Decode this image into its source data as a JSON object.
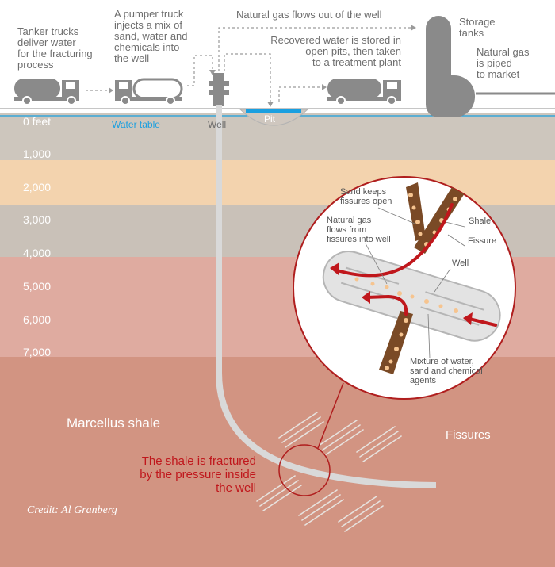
{
  "top_labels": {
    "tanker": "Tanker trucks\ndeliver water\nfor the fracturing\nprocess",
    "pumper": "A pumper truck\ninjects a mix of\nsand, water and\nchemicals into\nthe well",
    "gas_flows": "Natural gas flows out of the well",
    "recovered": "Recovered water is stored in\nopen pits, then taken\nto a treatment plant",
    "storage": "Storage\ntanks",
    "piped": "Natural gas\nis piped\nto market",
    "water_table": "Water table",
    "well": "Well",
    "pit": "Pit"
  },
  "depth_labels": [
    "0 feet",
    "1,000",
    "2,000",
    "3,000",
    "4,000",
    "5,000",
    "6,000",
    "7,000"
  ],
  "strata_colors": [
    "#cdc6bd",
    "#f3d3ae",
    "#c9c1b8",
    "#dfaba0",
    "#d6a198",
    "#d29482"
  ],
  "shale": {
    "title": "Marcellus shale",
    "fissures": "Fissures",
    "fractured": "The shale is fractured\nby the pressure inside\nthe well",
    "credit": "Credit: Al Granberg"
  },
  "inset": {
    "sand": "Sand keeps\nfissures open",
    "natural_gas": "Natural gas\nflows from\nfissures into well",
    "shale": "Shale",
    "fissure": "Fissure",
    "well": "Well",
    "mixture": "Mixture of water,\nsand and chemical\nagents"
  },
  "colors": {
    "accent": "#c0171c",
    "water": "#1a9fe0",
    "truck": "#8a8a8a",
    "well_pipe": "#d9d9d9",
    "fissure_brown": "#7a4a26",
    "sand": "#f6c48f"
  }
}
